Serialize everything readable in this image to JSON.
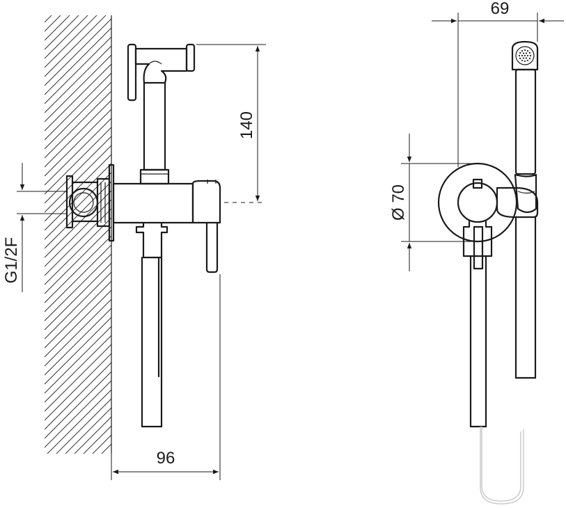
{
  "dimensions": {
    "width_side": "96",
    "height_side": "140",
    "thread": "G1/2F",
    "diameter": "Ø 70",
    "width_front": "69"
  },
  "colors": {
    "line": "#1a1a1a",
    "hose": "#c8c8c8",
    "background": "#ffffff"
  }
}
